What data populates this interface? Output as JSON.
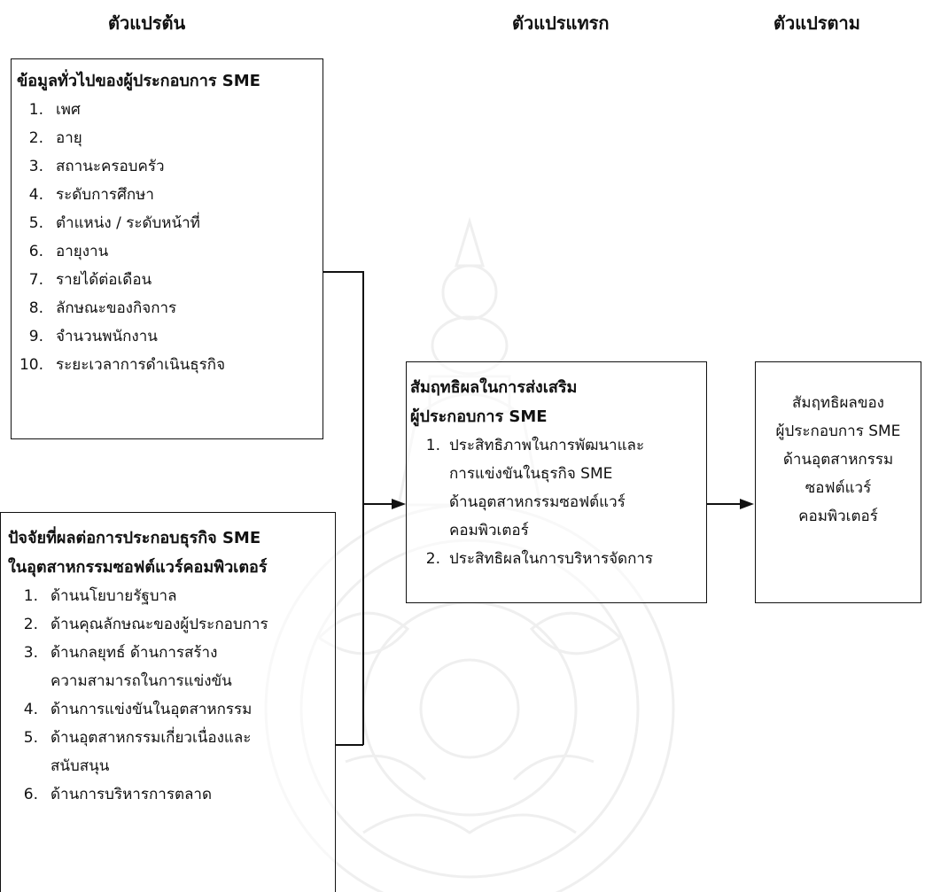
{
  "headers": {
    "independent": "ตัวแปรต้น",
    "mediator": "ตัวแปรแทรก",
    "dependent": "ตัวแปรตาม"
  },
  "box1": {
    "title": "ข้อมูลทั่วไปของผู้ประกอบการ SME",
    "items": [
      {
        "num": "1.",
        "text": "เพศ"
      },
      {
        "num": "2.",
        "text": "อายุ"
      },
      {
        "num": "3.",
        "text": "สถานะครอบครัว"
      },
      {
        "num": "4.",
        "text": "ระดับการศึกษา"
      },
      {
        "num": "5.",
        "text": "ตำแหน่ง / ระดับหน้าที่"
      },
      {
        "num": "6.",
        "text": "อายุงาน"
      },
      {
        "num": "7.",
        "text": "รายได้ต่อเดือน"
      },
      {
        "num": "8.",
        "text": "ลักษณะของกิจการ"
      },
      {
        "num": "9.",
        "text": "จำนวนพนักงาน"
      },
      {
        "num": "10.",
        "text": "ระยะเวลาการดำเนินธุรกิจ"
      }
    ]
  },
  "box2": {
    "title_line1": "ปัจจัยที่ผลต่อการประกอบธุรกิจ SME",
    "title_line2": "ในอุตสาหกรรมซอฟต์แวร์คอมพิวเตอร์",
    "items": [
      {
        "num": "1.",
        "text": "ด้านนโยบายรัฐบาล"
      },
      {
        "num": "2.",
        "text": "ด้านคุณลักษณะของผู้ประกอบการ"
      },
      {
        "num": "3.",
        "text": "ด้านกลยุทธ์ ด้านการสร้าง",
        "cont": "ความสามารถในการแข่งขัน"
      },
      {
        "num": "4.",
        "text": "ด้านการแข่งขันในอุตสาหกรรม"
      },
      {
        "num": "5.",
        "text": "ด้านอุตสาหกรรมเกี่ยวเนื่องและ",
        "cont": "สนับสนุน"
      },
      {
        "num": "6.",
        "text": "ด้านการบริหารการตลาด"
      }
    ]
  },
  "box3": {
    "title_line1": "สัมฤทธิผลในการส่งเสริม",
    "title_line2": "ผู้ประกอบการ SME",
    "item1_num": "1.",
    "item1_lines": [
      "ประสิทธิภาพในการพัฒนาและ",
      "การแข่งขันในธุรกิจ SME",
      "ด้านอุตสาหกรรมซอฟต์แวร์",
      "คอมพิวเตอร์"
    ],
    "item2_num": "2.",
    "item2_text": "ประสิทธิผลในการบริหารจัดการ"
  },
  "box4": {
    "lines": [
      "สัมฤทธิผลของ",
      "ผู้ประกอบการ SME",
      "ด้านอุตสาหกรรม",
      "ซอฟต์แวร์",
      "คอมพิวเตอร์"
    ]
  }
}
